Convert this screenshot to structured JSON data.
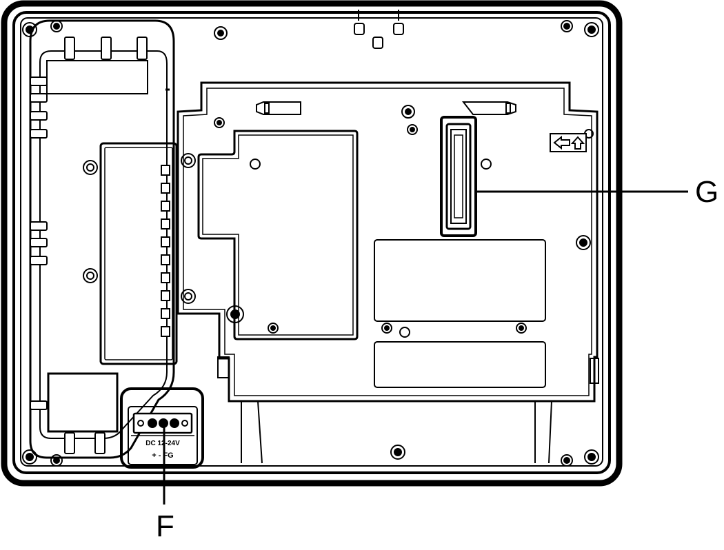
{
  "callouts": {
    "connector_label": "G",
    "power_terminal_label": "F"
  },
  "power_terminal": {
    "voltage_text": "DC 12-24V",
    "polarity_text": "+ - FG"
  },
  "colors": {
    "line": "#000000",
    "background": "#ffffff"
  }
}
